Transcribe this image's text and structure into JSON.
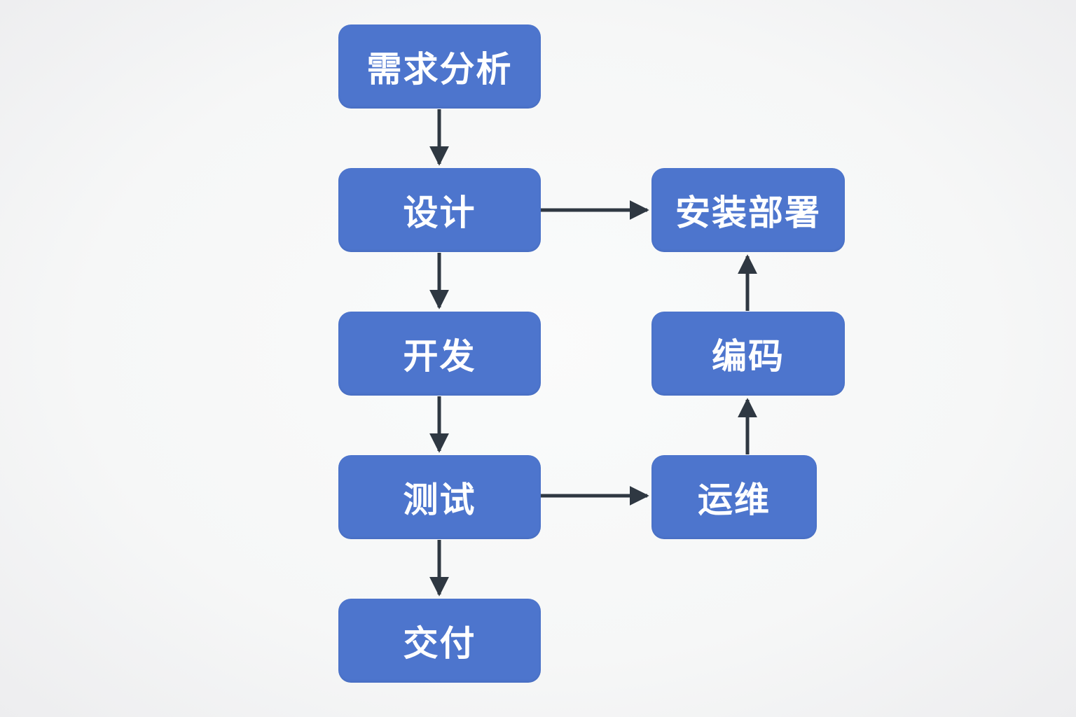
{
  "diagram": {
    "type": "flowchart",
    "colors": {
      "node_fill": "#4d75cd",
      "node_text": "#ffffff",
      "arrow": "#2f3842",
      "background": "#f6f7f7"
    },
    "nodes": [
      {
        "id": "requirements-analysis",
        "label": "需求分析"
      },
      {
        "id": "design",
        "label": "设计"
      },
      {
        "id": "installation-deployment",
        "label": "安装部署"
      },
      {
        "id": "development",
        "label": "开发"
      },
      {
        "id": "coding",
        "label": "编码"
      },
      {
        "id": "testing",
        "label": "测试"
      },
      {
        "id": "operations",
        "label": "运维"
      },
      {
        "id": "delivery",
        "label": "交付"
      }
    ],
    "edges": [
      {
        "from": "需求分析",
        "to": "设计",
        "direction": "down"
      },
      {
        "from": "设计",
        "to": "开发",
        "direction": "down"
      },
      {
        "from": "设计",
        "to": "安装部署",
        "direction": "right"
      },
      {
        "from": "开发",
        "to": "测试",
        "direction": "down"
      },
      {
        "from": "测试",
        "to": "交付",
        "direction": "down"
      },
      {
        "from": "测试",
        "to": "运维",
        "direction": "right"
      },
      {
        "from": "运维",
        "to": "编码",
        "direction": "up"
      },
      {
        "from": "编码",
        "to": "安装部署",
        "direction": "up"
      }
    ]
  }
}
